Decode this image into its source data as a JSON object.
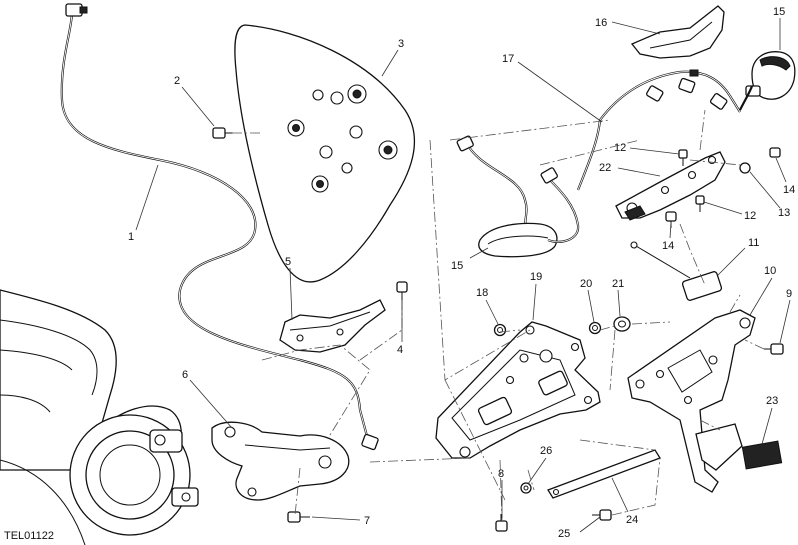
{
  "diagram": {
    "code": "TEL01122",
    "callouts": [
      {
        "id": "c1",
        "label": "1"
      },
      {
        "id": "c2",
        "label": "2"
      },
      {
        "id": "c3",
        "label": "3"
      },
      {
        "id": "c4",
        "label": "4"
      },
      {
        "id": "c5",
        "label": "5"
      },
      {
        "id": "c6",
        "label": "6"
      },
      {
        "id": "c7",
        "label": "7"
      },
      {
        "id": "c8",
        "label": "8"
      },
      {
        "id": "c9",
        "label": "9"
      },
      {
        "id": "c10",
        "label": "10"
      },
      {
        "id": "c11",
        "label": "11"
      },
      {
        "id": "c12a",
        "label": "12"
      },
      {
        "id": "c12b",
        "label": "12"
      },
      {
        "id": "c13",
        "label": "13"
      },
      {
        "id": "c14a",
        "label": "14"
      },
      {
        "id": "c14b",
        "label": "14"
      },
      {
        "id": "c15a",
        "label": "15"
      },
      {
        "id": "c15b",
        "label": "15"
      },
      {
        "id": "c16",
        "label": "16"
      },
      {
        "id": "c17",
        "label": "17"
      },
      {
        "id": "c18",
        "label": "18"
      },
      {
        "id": "c19",
        "label": "19"
      },
      {
        "id": "c20",
        "label": "20"
      },
      {
        "id": "c21",
        "label": "21"
      },
      {
        "id": "c22",
        "label": "22"
      },
      {
        "id": "c23",
        "label": "23"
      },
      {
        "id": "c24",
        "label": "24"
      },
      {
        "id": "c25",
        "label": "25"
      },
      {
        "id": "c26",
        "label": "26"
      }
    ]
  }
}
